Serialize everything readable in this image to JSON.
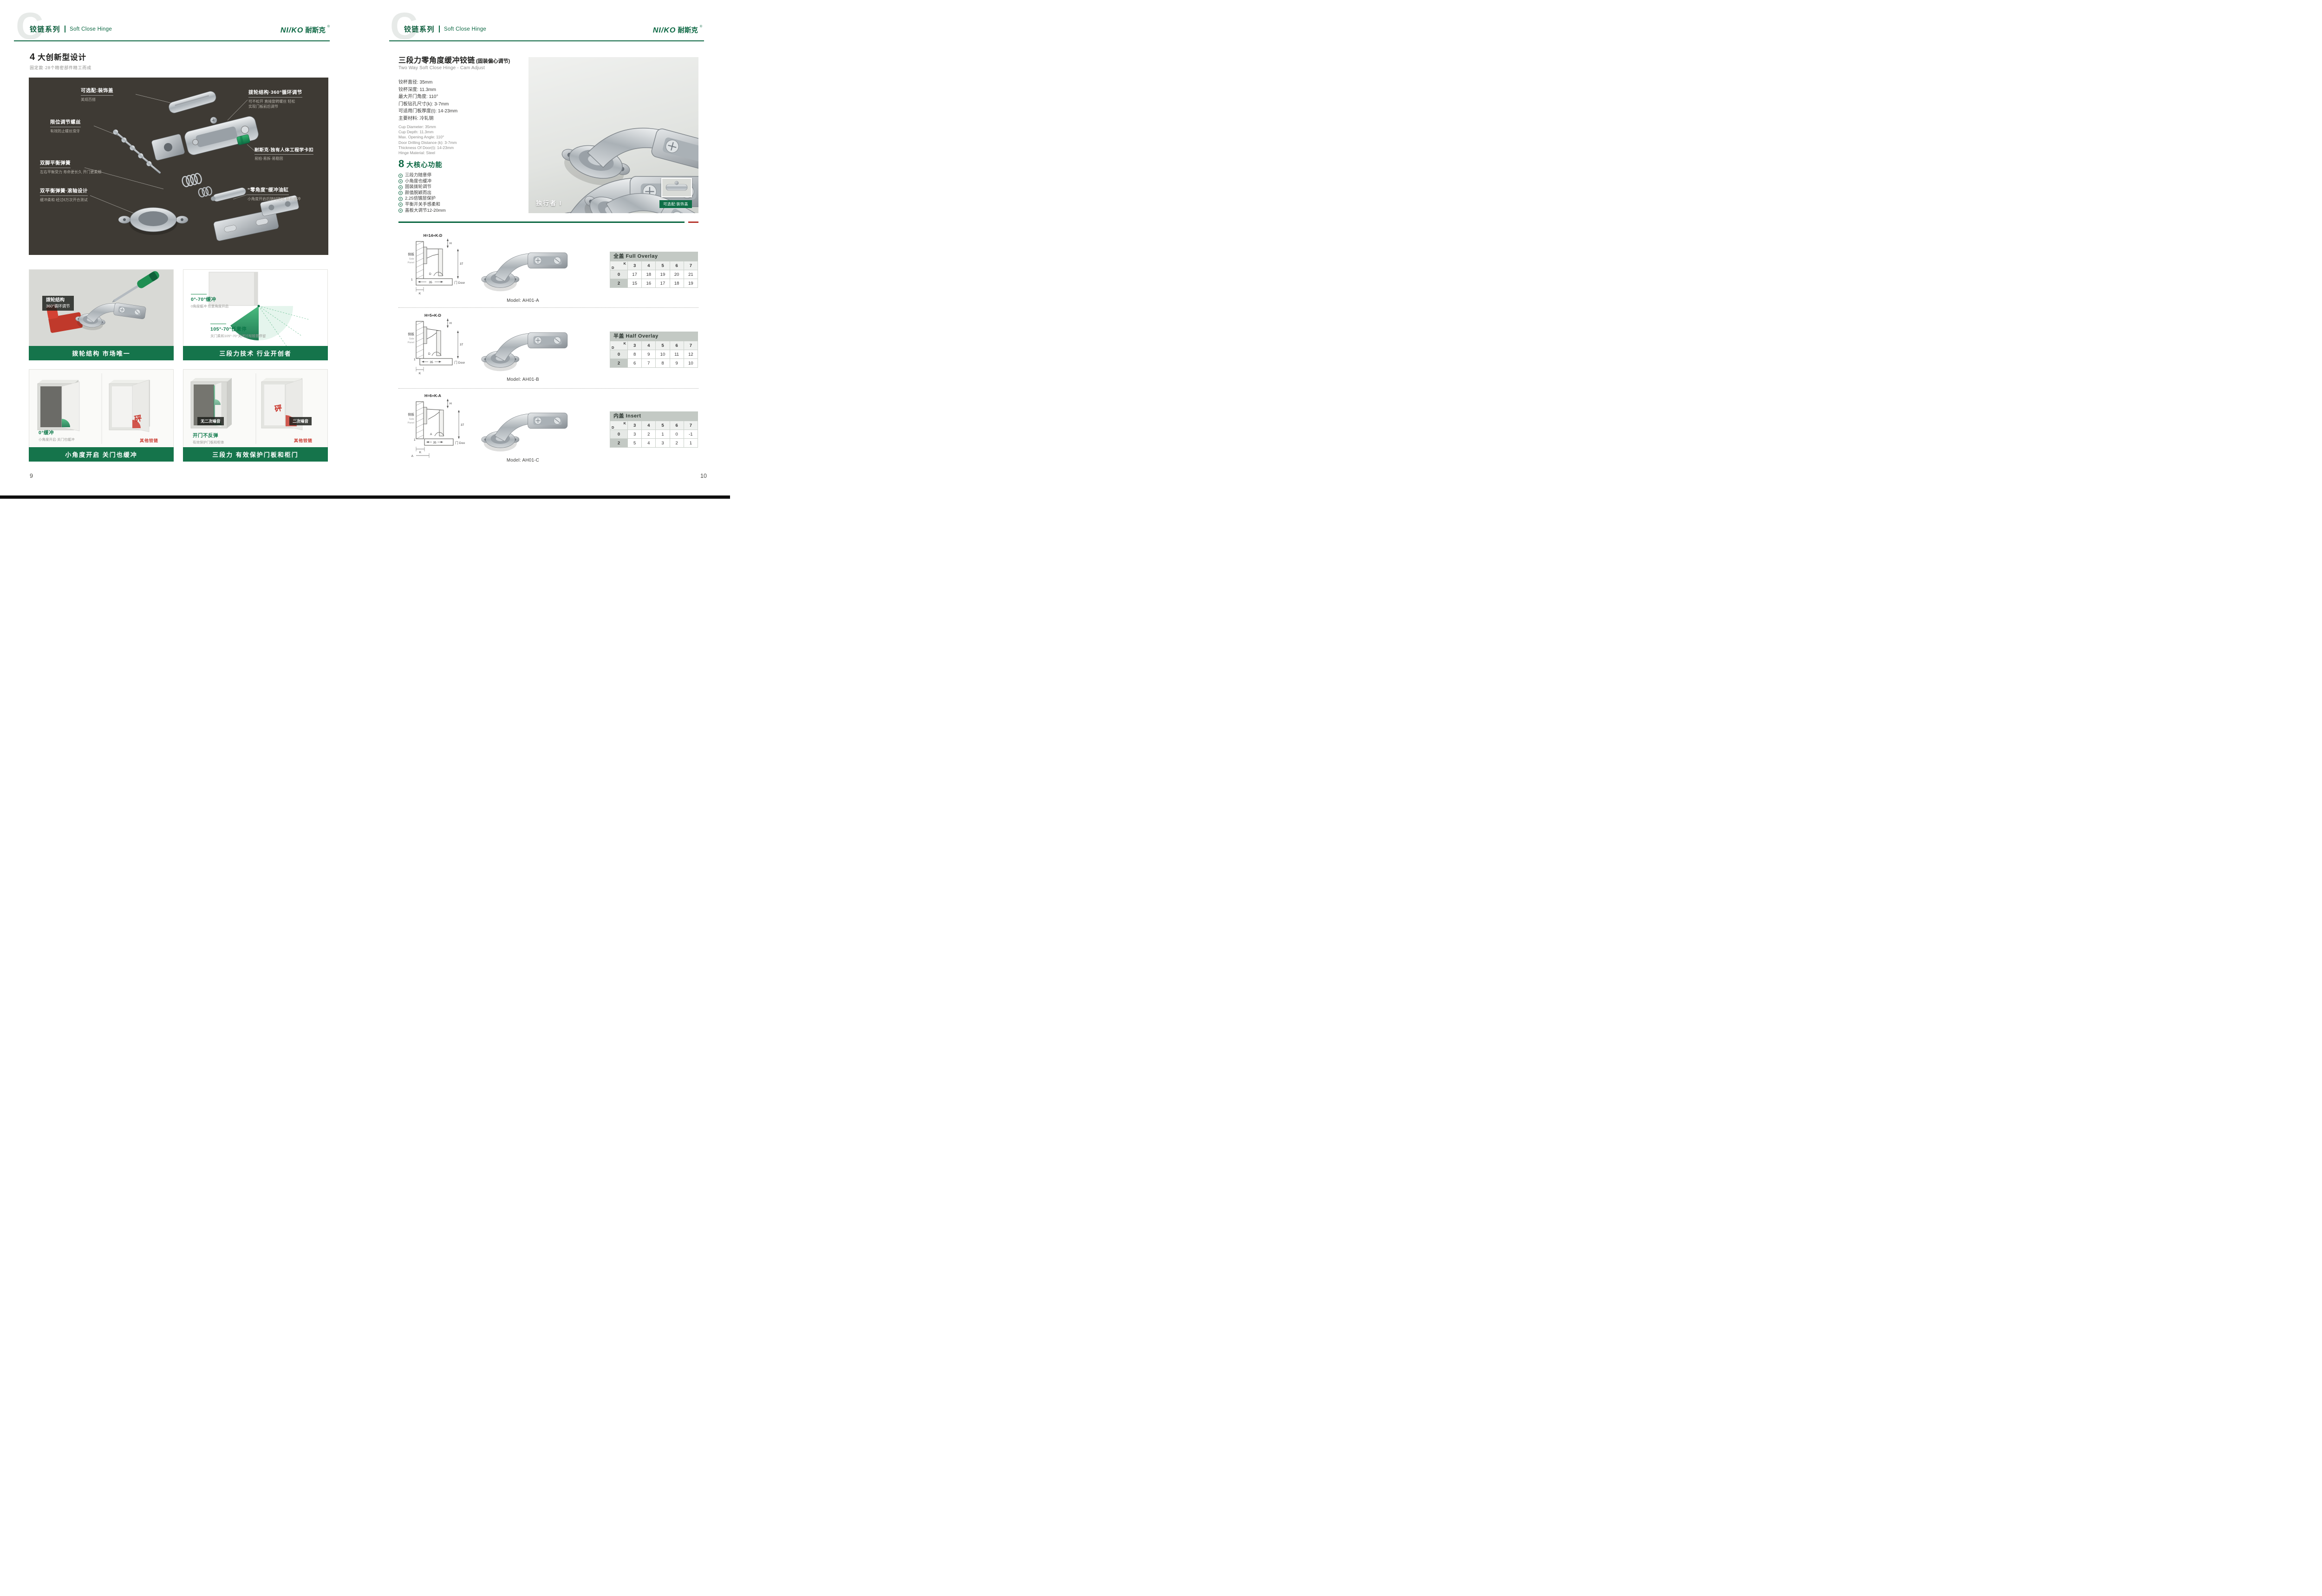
{
  "brand": {
    "c_mark": "C",
    "series_cn": "铰链系列",
    "series_en": "Soft Close Hinge",
    "logo_latin": "NI/KO",
    "logo_cn": "耐斯克",
    "reg": "®"
  },
  "left": {
    "page_number": "9",
    "title_num": "4",
    "title_text": "大创新型设计",
    "subtitle": "固定款·28个精密部件精工而成",
    "callouts": {
      "cap": {
        "title": "可选配:装饰盖",
        "desc": "美观百搭"
      },
      "wheel": {
        "title": "拨轮结构·360°循环调节",
        "desc": "可不松开 直接旋转螺丝 轻松",
        "desc2": "实现门板前后调节"
      },
      "limit": {
        "title": "限位调节螺丝",
        "desc": "有效防止螺丝滑牙"
      },
      "clip": {
        "title": "耐斯克·独有人体工程学卡扣",
        "desc": "易拍·易拆·易稳固"
      },
      "spring": {
        "title": "双脚平衡弹簧",
        "desc": "左右平衡受力 寿命更长久 开门更柔顺"
      },
      "roller": {
        "title": "双平衡弹簧·滚轴设计",
        "desc": "缓冲柔和 经过6万次开合测试"
      },
      "damper": {
        "title": "“零角度”缓冲油缸",
        "desc": "小角度开启后随时随地 都有缓冲"
      }
    },
    "card1": {
      "tag_line1": "拨轮结构",
      "tag_line2": "360°循环调节",
      "caption": "拨轮结构 市场唯一"
    },
    "card2": {
      "label1_title": "0°-70°缓冲",
      "label1_desc": "0角度缓冲 任意角度开启",
      "label2_title": "105°-70°任意停",
      "label2_desc": "关门柔和105°-70°关闭过程随意停留",
      "caption": "三段力技术 行业开创者"
    },
    "card3": {
      "label1_title": "0°缓冲",
      "label1_desc": "小角度开启·关门也缓冲",
      "bang": "砰",
      "other": "其他铰链",
      "caption": "小角度开启 关门也缓冲"
    },
    "card4": {
      "tag1": "无二次噪音",
      "label1_title": "开门不反弹",
      "label1_desc": "有效保护门板和柜体",
      "bang": "砰",
      "tag2": "二次噪音",
      "other": "其他铰链",
      "caption": "三段力 有效保护门板和柜门"
    }
  },
  "right": {
    "page_number": "10",
    "title": "三段力零角度缓冲铰链",
    "title_suffix": "(固装偏心调节)",
    "subtitle": "Two Way Soft Close Hinge - Cam Adjust",
    "specs_cn": [
      "铰杯直径: 35mm",
      "铰杯深度: 11.3mm",
      "最大开门角度: 110°",
      "门板钻孔尺寸(k): 3-7mm",
      "可适用门板厚度(t): 14-23mm",
      "主要材料: 冷轧钢"
    ],
    "specs_en": [
      "Cup Diameter: 35mm",
      "Cup Depth: 11.3mm",
      "Max. Opening Angle: 110°",
      "Door Drilling Distance (k): 3-7mm",
      "Thickness Of Door(t): 14-23mm",
      "Hinge Material: Steel"
    ],
    "core_num": "8",
    "core_title": "大核心功能",
    "features": [
      "三段力随意停",
      "小角度也缓冲",
      "固装拨轮调节",
      "颜值脱颖而出",
      "2.25倍镀层保护",
      "平衡开关手感柔和",
      "盖板大调节12-20mm"
    ],
    "product_name": "独行者 I",
    "badge": "可选配:装饰盖",
    "diagram": {
      "side_cn": "侧板",
      "side_en1": "Side",
      "side_en2": "Panel",
      "door": "门 Door",
      "d35": "35",
      "d37": "37",
      "h": "H",
      "k": "K",
      "d": "D",
      "a": "A",
      "one": "1"
    },
    "products": [
      {
        "formula": "H=14+K-D",
        "model": "Model: AH01-A",
        "table": {
          "title": "全盖 Full Overlay",
          "col_var": "K",
          "row_var": "D",
          "cols": [
            "3",
            "4",
            "5",
            "6",
            "7"
          ],
          "rows": [
            {
              "label": "0",
              "values": [
                "17",
                "18",
                "19",
                "20",
                "21"
              ]
            },
            {
              "label": "2",
              "values": [
                "15",
                "16",
                "17",
                "18",
                "19"
              ]
            }
          ]
        }
      },
      {
        "formula": "H=5+K-D",
        "model": "Model: AH01-B",
        "table": {
          "title": "半盖 Half Overlay",
          "col_var": "K",
          "row_var": "D",
          "cols": [
            "3",
            "4",
            "5",
            "6",
            "7"
          ],
          "rows": [
            {
              "label": "0",
              "values": [
                "8",
                "9",
                "10",
                "11",
                "12"
              ]
            },
            {
              "label": "2",
              "values": [
                "6",
                "7",
                "8",
                "9",
                "10"
              ]
            }
          ]
        }
      },
      {
        "formula": "H=6+K-A",
        "model": "Model: AH01-C",
        "table": {
          "title": "内盖 Insert",
          "col_var": "K",
          "row_var": "D",
          "cols": [
            "3",
            "4",
            "5",
            "6",
            "7"
          ],
          "rows": [
            {
              "label": "0",
              "values": [
                "3",
                "2",
                "1",
                "0",
                "-1"
              ]
            },
            {
              "label": "2",
              "values": [
                "5",
                "4",
                "3",
                "2",
                "1"
              ]
            }
          ]
        }
      }
    ]
  }
}
